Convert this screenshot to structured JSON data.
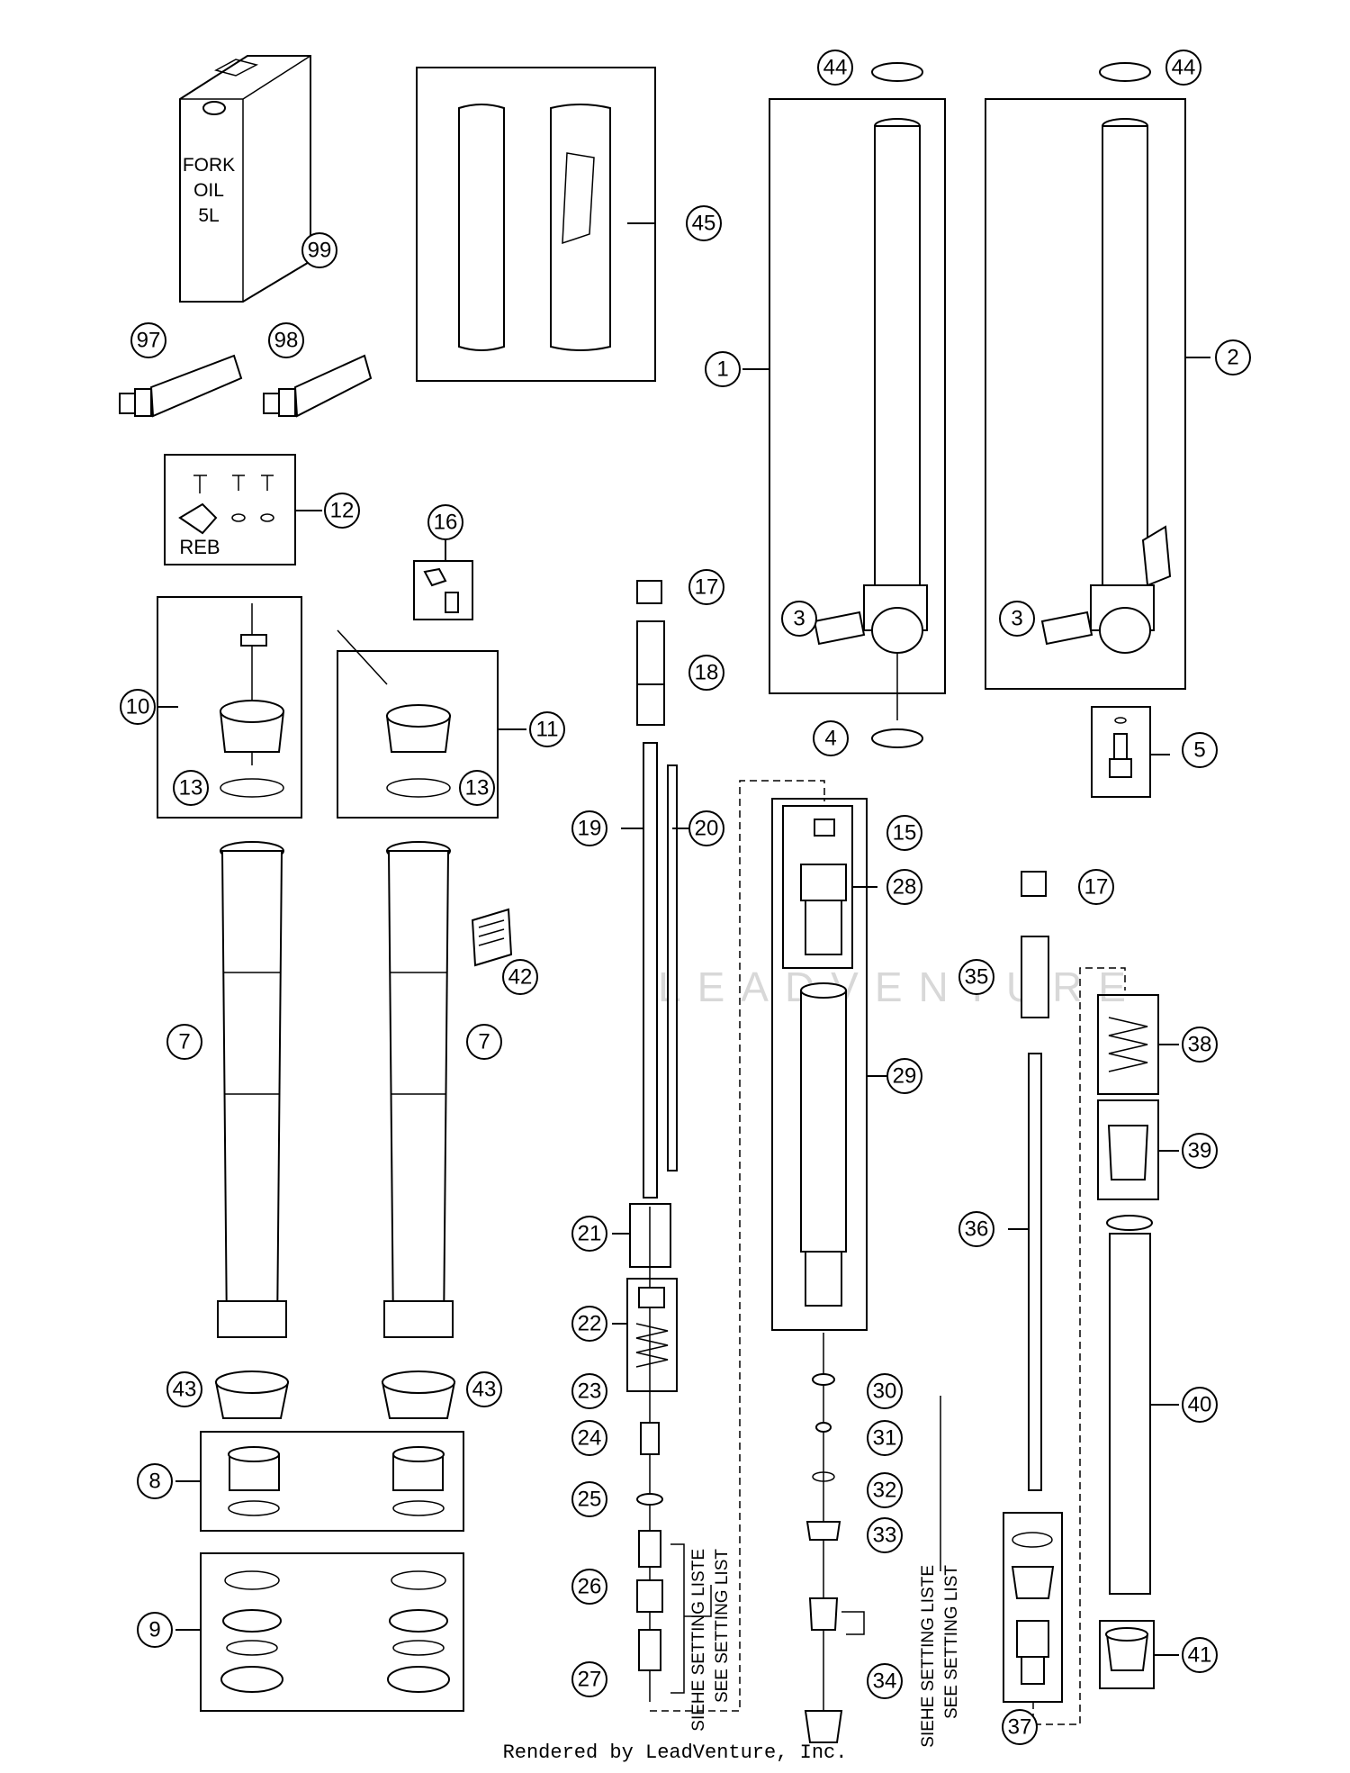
{
  "watermark": "LEADVENTURE",
  "footer": "Rendered by LeadVenture, Inc.",
  "can_label": [
    "FORK",
    "OIL",
    "5L"
  ],
  "box_12_label": "REB",
  "setting_note": [
    "SIEHE SETTING LISTE",
    "SEE SETTING LIST"
  ],
  "callouts": {
    "c1": "1",
    "c2": "2",
    "c3a": "3",
    "c3b": "3",
    "c4": "4",
    "c5": "5",
    "c7a": "7",
    "c7b": "7",
    "c8": "8",
    "c9": "9",
    "c10": "10",
    "c11": "11",
    "c12": "12",
    "c13a": "13",
    "c13b": "13",
    "c15": "15",
    "c16": "16",
    "c17a": "17",
    "c17b": "17",
    "c18": "18",
    "c19": "19",
    "c20": "20",
    "c21": "21",
    "c22": "22",
    "c23": "23",
    "c24": "24",
    "c25": "25",
    "c26": "26",
    "c27": "27",
    "c28": "28",
    "c29": "29",
    "c30": "30",
    "c31": "31",
    "c32": "32",
    "c33": "33",
    "c34": "34",
    "c35": "35",
    "c36": "36",
    "c37": "37",
    "c38": "38",
    "c39": "39",
    "c40": "40",
    "c41": "41",
    "c42": "42",
    "c43a": "43",
    "c43b": "43",
    "c44a": "44",
    "c44b": "44",
    "c45": "45",
    "c97": "97",
    "c98": "98",
    "c99": "99"
  }
}
